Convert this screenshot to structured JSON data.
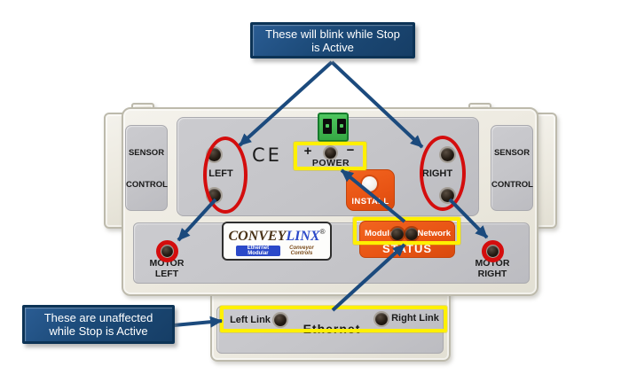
{
  "annotations": {
    "callout_blink": {
      "line1": "These will blink while Stop",
      "line2": "is Active"
    },
    "callout_unaffected": {
      "line1": "These are unaffected",
      "line2": "while Stop is Active"
    }
  },
  "device": {
    "left_wing": {
      "top": "SENSOR",
      "bottom": "CONTROL"
    },
    "right_wing": {
      "top": "SENSOR",
      "bottom": "CONTROL"
    },
    "ce_mark": "CE",
    "left_zone": {
      "label": "LEFT"
    },
    "right_zone": {
      "label": "RIGHT"
    },
    "power": {
      "plus": "+",
      "minus": "−",
      "label": "POWER"
    },
    "install": {
      "label": "INSTALL"
    },
    "logo": {
      "brand_left": "CONVEY",
      "brand_right": "LINX",
      "registered": "®",
      "tagline_left": "Ethernet Modular",
      "tagline_right": "Conveyor Controls"
    },
    "status": {
      "module": "Module",
      "network": "Network",
      "label": "STATUS"
    },
    "motor_left": {
      "line1": "MOTOR",
      "line2": "LEFT"
    },
    "motor_right": {
      "line1": "MOTOR",
      "line2": "RIGHT"
    },
    "ethernet": {
      "left_link": "Left Link",
      "right_link": "Right Link",
      "label": "Ethernet"
    }
  },
  "colors": {
    "callout_fill": "#1c4a78",
    "callout_border": "#0c3356",
    "arrow_blue": "#1b4a7d",
    "highlight_red": "#d40d0d",
    "highlight_yellow": "#fff000",
    "device_shell": "#edebe1",
    "panel_gray": "#c4c4c8",
    "accent_orange": "#e85414",
    "connector_green": "#41b84f",
    "logo_brown": "#4a3318",
    "logo_blue": "#2b49c9"
  }
}
